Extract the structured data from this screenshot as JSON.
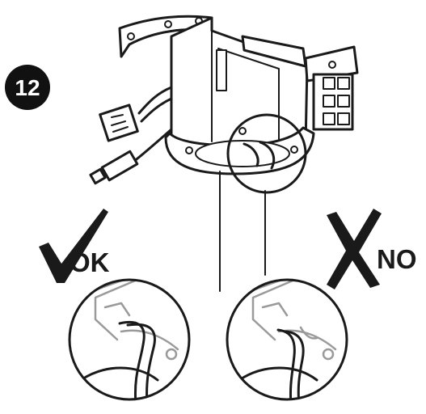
{
  "step": {
    "number": "12"
  },
  "verdicts": {
    "ok": {
      "label": "OK"
    },
    "no": {
      "label": "NO"
    }
  },
  "colors": {
    "ink": "#1a1a1a",
    "paper": "#ffffff",
    "detail_grey": "#9a9a9a"
  },
  "icons": {
    "ok_mark": "check-icon",
    "no_mark": "cross-icon"
  }
}
